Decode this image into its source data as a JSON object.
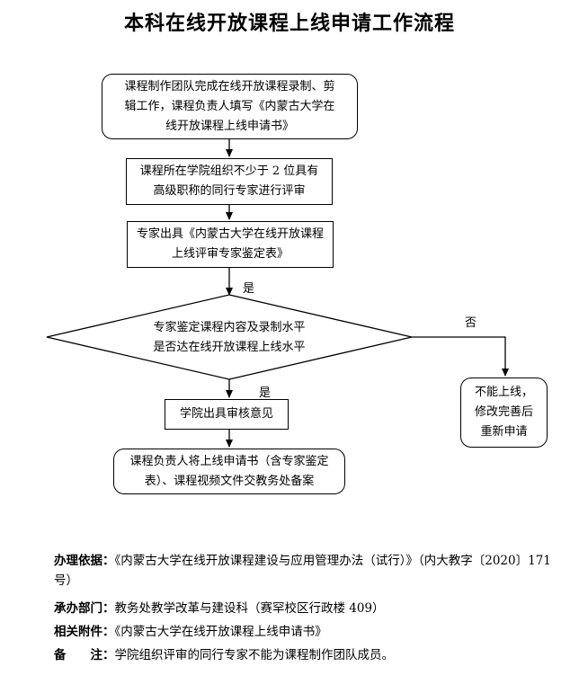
{
  "title": "本科在线开放课程上线申请工作流程",
  "flow": {
    "step1": "课程制作团队完成在线开放课程录制、剪辑工作，课程负责人填写《内蒙古大学在线开放课程上线申请书》",
    "step2": "课程所在学院组织不少于 2 位具有高级职称的同行专家进行评审",
    "step3": "专家出具《内蒙古大学在线开放课程上线评审专家鉴定表》",
    "yes_top": "是",
    "decision_line1": "专家鉴定课程内容及录制水平",
    "decision_line2": "是否达在线开放课程上线水平",
    "no_label": "否",
    "reject_line1": "不能上线，",
    "reject_line2": "修改完善后",
    "reject_line3": "重新申请",
    "yes_bottom": "是",
    "step4": "学院出具审核意见",
    "step5": "课程负责人将上线申请书（含专家鉴定表）、课程视频文件交教务处备案"
  },
  "info": {
    "basis_label": "办理依据：",
    "basis_value": "《内蒙古大学在线开放课程建设与应用管理办法（试行）》（内大教字〔2020〕171 号）",
    "dept_label": "承办部门：",
    "dept_value": "教务处教学改革与建设科（赛罕校区行政楼 409）",
    "attach_label": "相关附件：",
    "attach_value": "《内蒙古大学在线开放课程上线申请书》",
    "note_label": "备　　注：",
    "note_value": "学院组织评审的同行专家不能为课程制作团队成员。"
  }
}
